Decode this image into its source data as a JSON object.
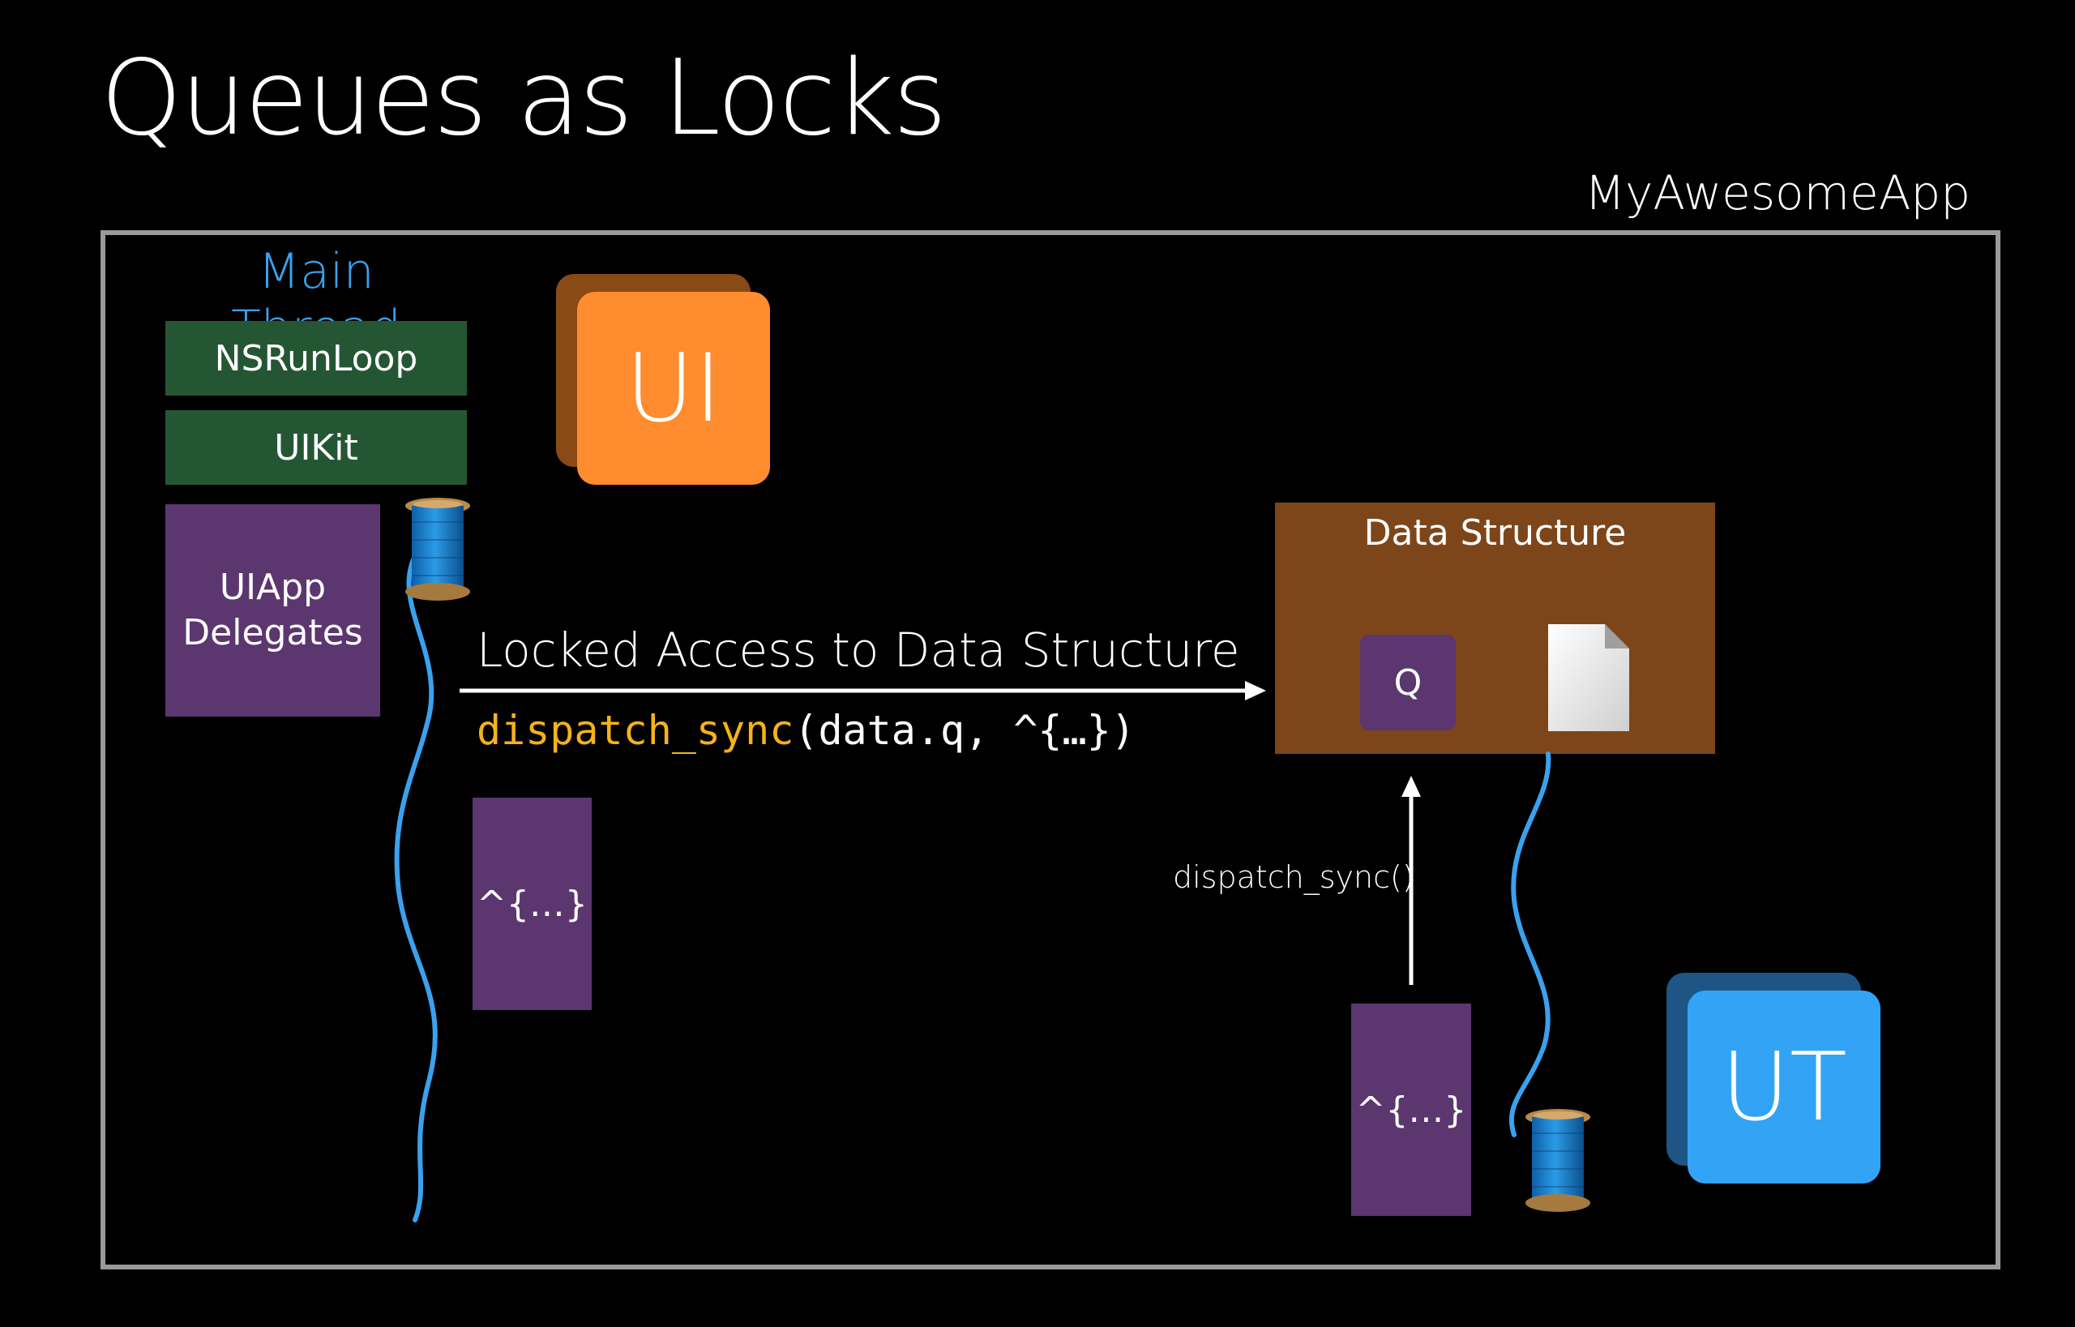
{
  "slide": {
    "title": "Queues as Locks",
    "app_label": "MyAwesomeApp"
  },
  "main_thread": {
    "label": "Main Thread",
    "stack": [
      "NSRunLoop",
      "UIKit",
      "UIApp\nDelegates"
    ]
  },
  "ui_tile": {
    "label": "UI",
    "color": "#ff8c2e",
    "shadow_color": "#8a4a16"
  },
  "ut_tile": {
    "label": "UT",
    "color": "#33a4f5",
    "shadow_color": "#1f5585"
  },
  "data_structure": {
    "title": "Data Structure",
    "queue_label": "Q",
    "color": "#7d461a"
  },
  "locked_access": {
    "label": "Locked Access to Data Structure",
    "code_fn": "dispatch_sync",
    "code_args": "(data.q, ^{…})"
  },
  "blocks": {
    "main_block": "^{…}",
    "ut_block": "^{…}"
  },
  "ut_call_label": "dispatch_sync()",
  "colors": {
    "thread_line": "#3aa1ee",
    "green_box": "#255634",
    "purple_box": "#5b366f",
    "code_highlight": "#f5b21c"
  },
  "icons": [
    "spool-icon",
    "document-icon",
    "arrow-right-icon",
    "arrow-up-icon"
  ]
}
